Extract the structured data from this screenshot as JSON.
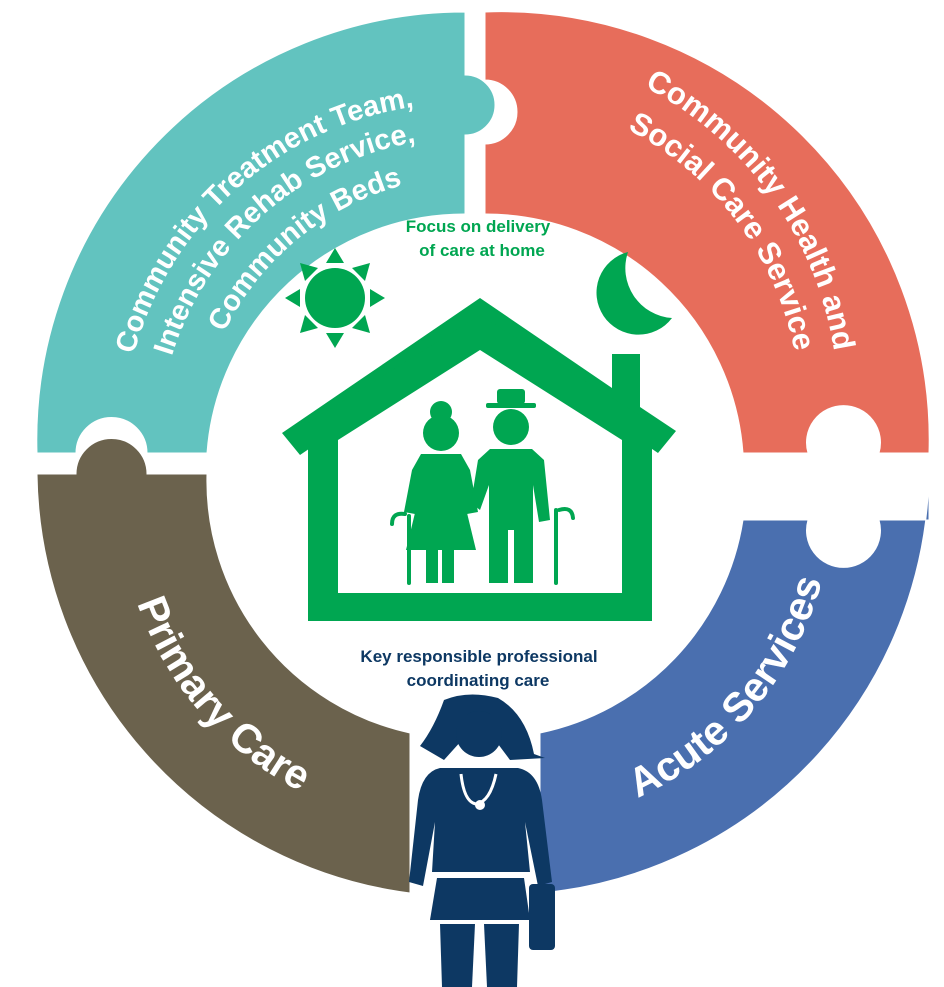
{
  "segments": [
    {
      "id": "community-treatment",
      "lines": [
        "Community Treatment Team,",
        "Intensive Rehab Service,",
        "Community Beds"
      ],
      "color": "#62c3bf"
    },
    {
      "id": "community-health",
      "lines": [
        "Community Health and",
        "Social Care Service"
      ],
      "color": "#e76d5b"
    },
    {
      "id": "acute",
      "lines": [
        "Acute Services"
      ],
      "color": "#4a6faf"
    },
    {
      "id": "primary",
      "lines": [
        "Primary Care"
      ],
      "color": "#6b624d"
    }
  ],
  "center": {
    "top_lines": [
      "Focus on delivery",
      "of care at home"
    ],
    "bottom_lines": [
      "Key responsible professional",
      "coordinating care"
    ]
  },
  "icons": {
    "sun": "sun-icon",
    "moon": "moon-icon",
    "house": "house-icon",
    "couple": "elderly-couple-icon",
    "professional": "care-professional-icon"
  },
  "colors": {
    "green": "#00a651",
    "navy": "#0d3863",
    "bottom_text": "#0d3863"
  }
}
